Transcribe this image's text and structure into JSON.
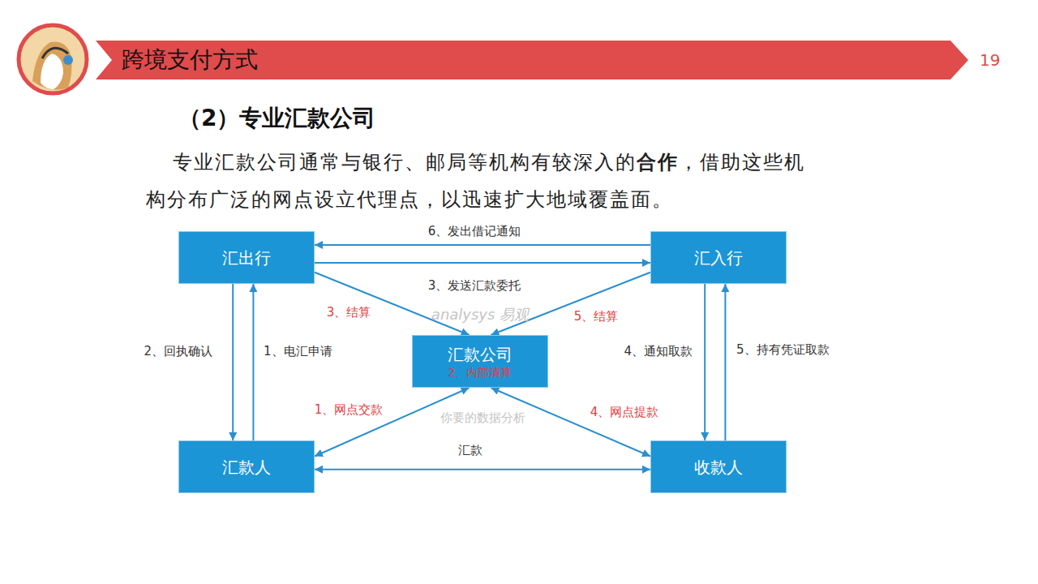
{
  "diagram": {
    "title": "跨境支付方式",
    "nodes": [
      {
        "text": [
          "汇出行"
        ]
      },
      {
        "text": [
          "汇入行"
        ]
      },
      {
        "text": [
          "汇款公司",
          "2、内部清算"
        ]
      },
      {
        "text": [
          "汇款人"
        ]
      },
      {
        "text": [
          "收款人"
        ]
      }
    ],
    "edges": [
      {
        "from": 1,
        "to": 0,
        "arrow": "to",
        "label": "6、发出借记通知"
      },
      {
        "from": 0,
        "to": 1,
        "arrow": "to",
        "label": "3、发送汇款委托"
      },
      {
        "from": 0,
        "to": 2,
        "arrow": "to",
        "label": "3、结算"
      },
      {
        "from": 1,
        "to": 2,
        "arrow": "to",
        "label": "5、结算"
      },
      {
        "from": 3,
        "to": 0,
        "arrow": "to",
        "label": "1、电汇申请"
      },
      {
        "from": 0,
        "to": 3,
        "arrow": "to",
        "label": "2、回执确认"
      },
      {
        "from": 1,
        "to": 4,
        "arrow": "to",
        "label": "4、通知取款"
      },
      {
        "from": 4,
        "to": 1,
        "arrow": "to",
        "label": "5、持有凭证取款"
      },
      {
        "from": 3,
        "to": 2,
        "arrow": "both",
        "label": "1、网点交款"
      },
      {
        "from": 2,
        "to": 4,
        "arrow": "both",
        "label": "4、网点提款"
      },
      {
        "from": 3,
        "to": 4,
        "arrow": "both",
        "label": "汇款"
      }
    ],
    "labels": [
      "19",
      "（2）专业汇款公司",
      "专业汇款公司通常与银行、邮局等机构有较深入的",
      "合作",
      "，借助这些机构分布广泛的网点设立代理点，以迅速扩大地域覆盖面。",
      "analysys 易观",
      "你要的数据分析"
    ]
  }
}
